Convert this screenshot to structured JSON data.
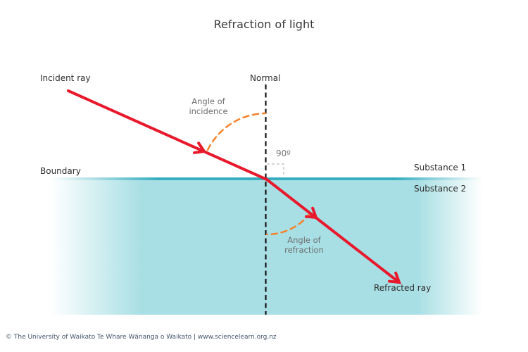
{
  "title": "Refraction of light",
  "labels": {
    "incident_ray": "Incident ray",
    "normal": "Normal",
    "angle_of_incidence": "Angle of incidence",
    "right_angle": "90º",
    "boundary": "Boundary",
    "substance_1": "Substance 1",
    "substance_2": "Substance 2",
    "angle_of_refraction": "Angle of refraction",
    "refracted_ray": "Refracted ray"
  },
  "footer": "© The University of Waikato Te Whare Wānanga o Waikato | www.sciencelearn.org.nz",
  "colors": {
    "ray-red": "#e8192c",
    "arc-orange": "#f5822a",
    "boundary-teal": "#35aec0",
    "substance-cyan": "#a8dfe4",
    "normal-black": "#141414",
    "marker-gray": "#c6c7c9"
  }
}
